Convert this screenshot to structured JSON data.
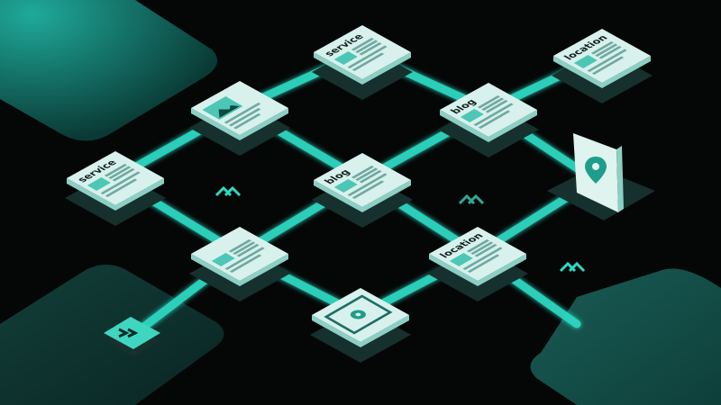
{
  "colors": {
    "background": "#050707",
    "accent": "#3fd6c0",
    "accent_dark": "#0d4a43",
    "card_face": "#d8f1ec",
    "card_side": "#8ccfc4",
    "shadow_plate": "#16302d",
    "line": "#2fd9c2",
    "ink": "#10201e"
  },
  "nodes": [
    {
      "id": "n1",
      "kind": "page",
      "label": "service",
      "icon": "text-lines"
    },
    {
      "id": "n2",
      "kind": "page",
      "label": "",
      "icon": "image"
    },
    {
      "id": "n3",
      "kind": "page",
      "label": "service",
      "icon": "text-lines"
    },
    {
      "id": "n4",
      "kind": "page",
      "label": "location",
      "icon": "text-lines"
    },
    {
      "id": "n5",
      "kind": "page",
      "label": "blog",
      "icon": "text-lines"
    },
    {
      "id": "n6",
      "kind": "page",
      "label": "blog",
      "icon": "text-lines"
    },
    {
      "id": "n7",
      "kind": "page",
      "label": "",
      "icon": "text-lines"
    },
    {
      "id": "n8",
      "kind": "page",
      "label": "location",
      "icon": "text-lines"
    },
    {
      "id": "n9",
      "kind": "page",
      "label": "",
      "icon": "map-pin-image"
    },
    {
      "id": "n10",
      "kind": "standing-card",
      "label": "",
      "icon": "map-pin"
    }
  ],
  "arrow_icons": [
    "chevrons-up-icon",
    "chevrons-up-icon",
    "chevrons-up-icon",
    "chevrons-right-icon"
  ]
}
